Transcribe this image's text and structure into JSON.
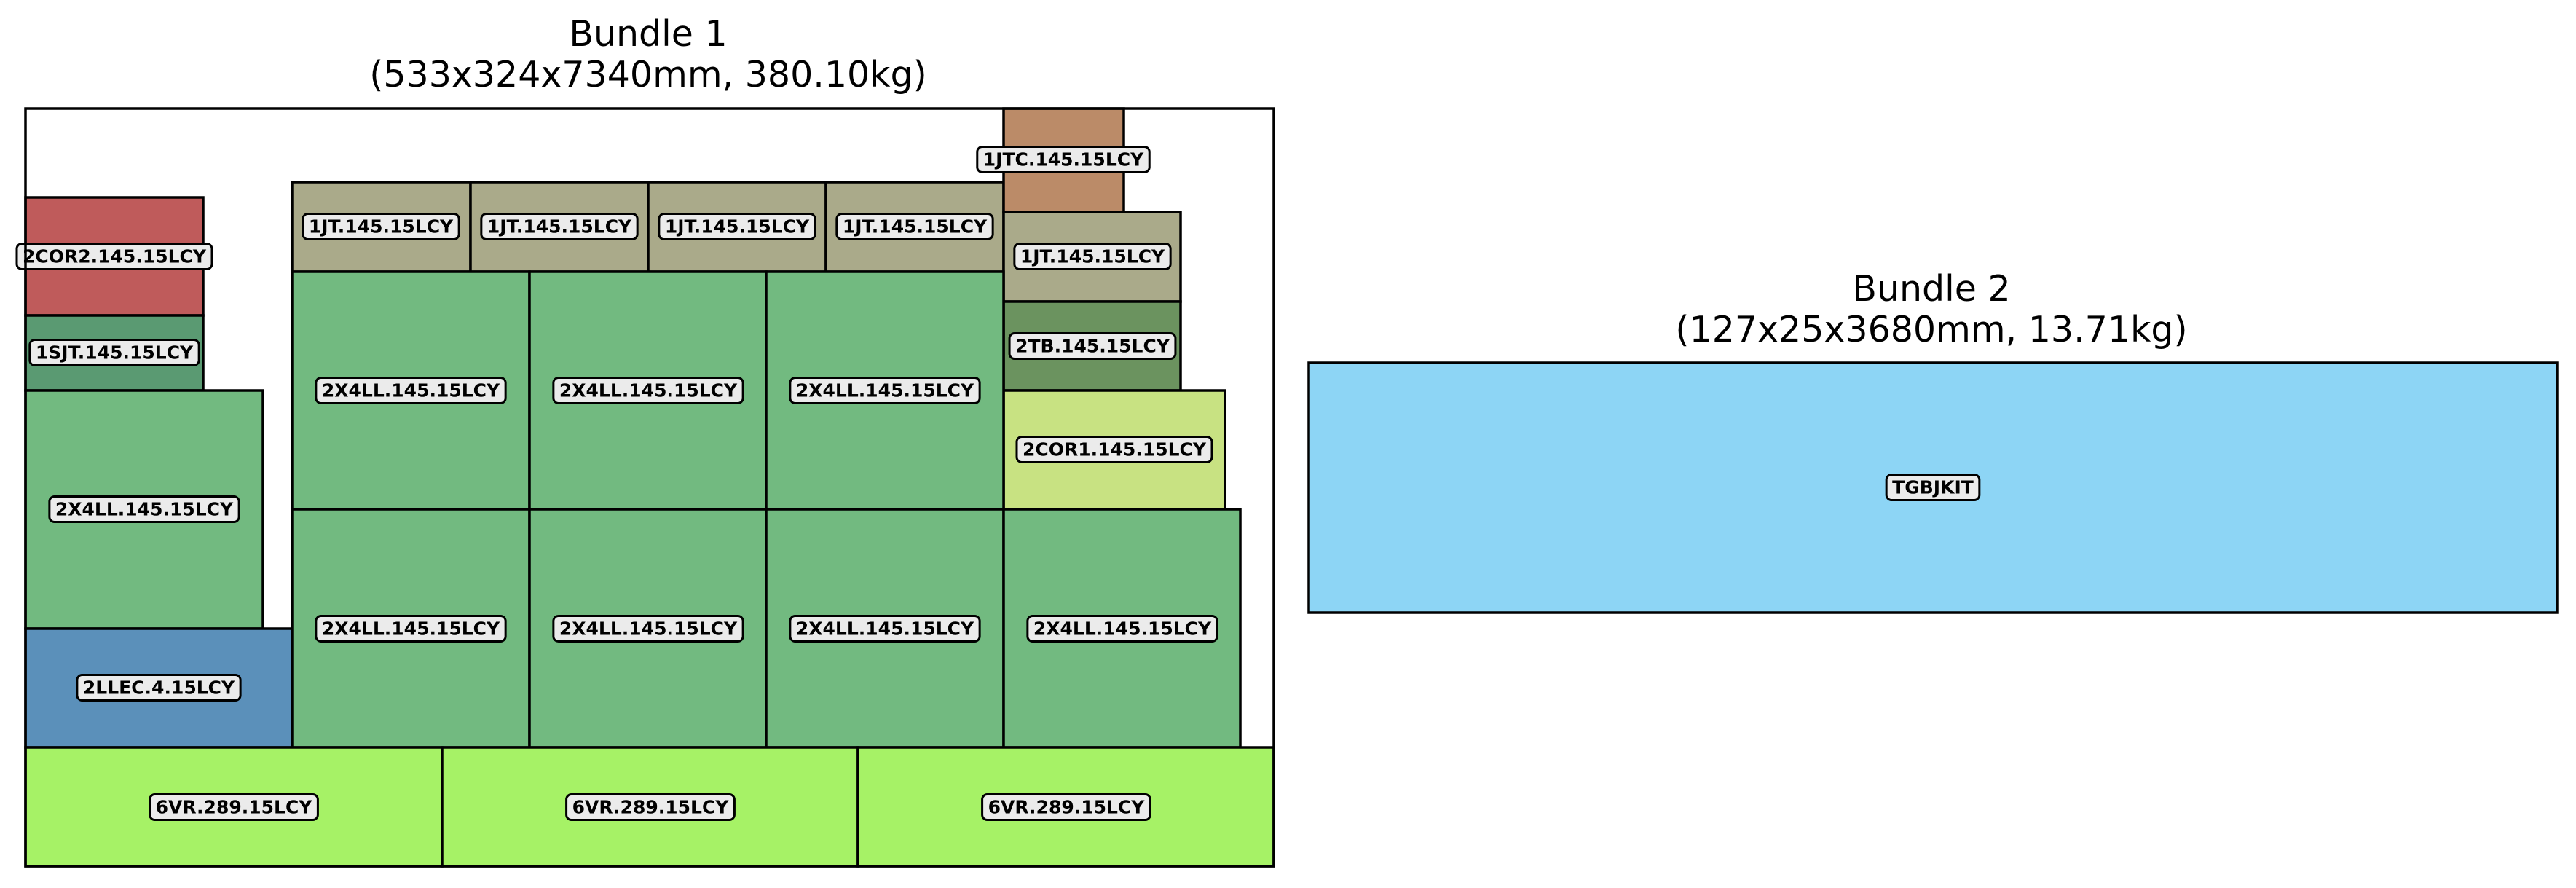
{
  "bundles": [
    {
      "title": "Bundle 1",
      "subtitle": "(533x324x7340mm, 380.10kg)",
      "items": [
        {
          "label": "2COR2.145.15LCY",
          "color": "#bf5b5b"
        },
        {
          "label": "1SJT.145.15LCY",
          "color": "#5a9a72"
        },
        {
          "label": "2X4LL.145.15LCY",
          "color": "#72ba80"
        },
        {
          "label": "2LLEC.4.15LCY",
          "color": "#5b90ba"
        },
        {
          "label": "1JT.145.15LCY",
          "color": "#aaaa8a"
        },
        {
          "label": "1JT.145.15LCY",
          "color": "#aaaa8a"
        },
        {
          "label": "1JT.145.15LCY",
          "color": "#aaaa8a"
        },
        {
          "label": "1JT.145.15LCY",
          "color": "#aaaa8a"
        },
        {
          "label": "1JTC.145.15LCY",
          "color": "#bb8b68"
        },
        {
          "label": "1JT.145.15LCY",
          "color": "#aaaa8a"
        },
        {
          "label": "2TB.145.15LCY",
          "color": "#6b935f"
        },
        {
          "label": "2COR1.145.15LCY",
          "color": "#c8e282"
        },
        {
          "label": "2X4LL.145.15LCY",
          "color": "#72ba80"
        },
        {
          "label": "2X4LL.145.15LCY",
          "color": "#72ba80"
        },
        {
          "label": "2X4LL.145.15LCY",
          "color": "#72ba80"
        },
        {
          "label": "2X4LL.145.15LCY",
          "color": "#72ba80"
        },
        {
          "label": "2X4LL.145.15LCY",
          "color": "#72ba80"
        },
        {
          "label": "2X4LL.145.15LCY",
          "color": "#72ba80"
        },
        {
          "label": "2X4LL.145.15LCY",
          "color": "#72ba80"
        },
        {
          "label": "6VR.289.15LCY",
          "color": "#a6f266"
        },
        {
          "label": "6VR.289.15LCY",
          "color": "#a6f266"
        },
        {
          "label": "6VR.289.15LCY",
          "color": "#a6f266"
        }
      ]
    },
    {
      "title": "Bundle 2",
      "subtitle": "(127x25x3680mm, 13.71kg)",
      "items": [
        {
          "label": "TGBJKIT",
          "color": "#8dd5f5"
        }
      ]
    }
  ]
}
